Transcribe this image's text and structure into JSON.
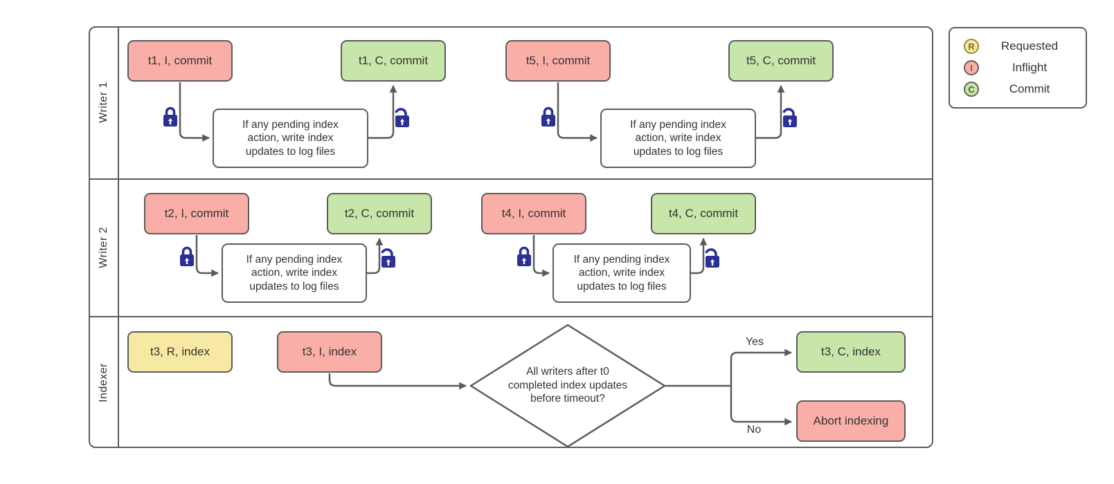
{
  "lanes": [
    {
      "label": "Writer 1"
    },
    {
      "label": "Writer 2"
    },
    {
      "label": "Indexer"
    }
  ],
  "nodes": {
    "t1_inflight": "t1, I, commit",
    "t1_commit": "t1, C, commit",
    "t5_inflight": "t5, I, commit",
    "t5_commit": "t5, C, commit",
    "t2_inflight": "t2, I, commit",
    "t2_commit": "t2, C, commit",
    "t4_inflight": "t4, I, commit",
    "t4_commit": "t4, C, commit",
    "t3_requested": "t3, R, index",
    "t3_inflight": "t3, I, index",
    "t3_commit": "t3, C, index",
    "abort": "Abort indexing"
  },
  "process_note": "If any pending index\naction, write index\nupdates to log files",
  "decision": {
    "question": "All writers after t0\ncompleted index updates\nbefore timeout?",
    "yes_label": "Yes",
    "no_label": "No"
  },
  "legend": {
    "items": [
      {
        "letter": "R",
        "label": "Requested"
      },
      {
        "letter": "I",
        "label": "Inflight"
      },
      {
        "letter": "C",
        "label": "Commit"
      }
    ]
  },
  "colors": {
    "inflight_fill": "#F9AFA7",
    "commit_fill": "#C8E5AA",
    "requested_fill": "#F7E9A3",
    "shape_border": "#5B5B5B",
    "lock_icon": "#2B3095"
  }
}
